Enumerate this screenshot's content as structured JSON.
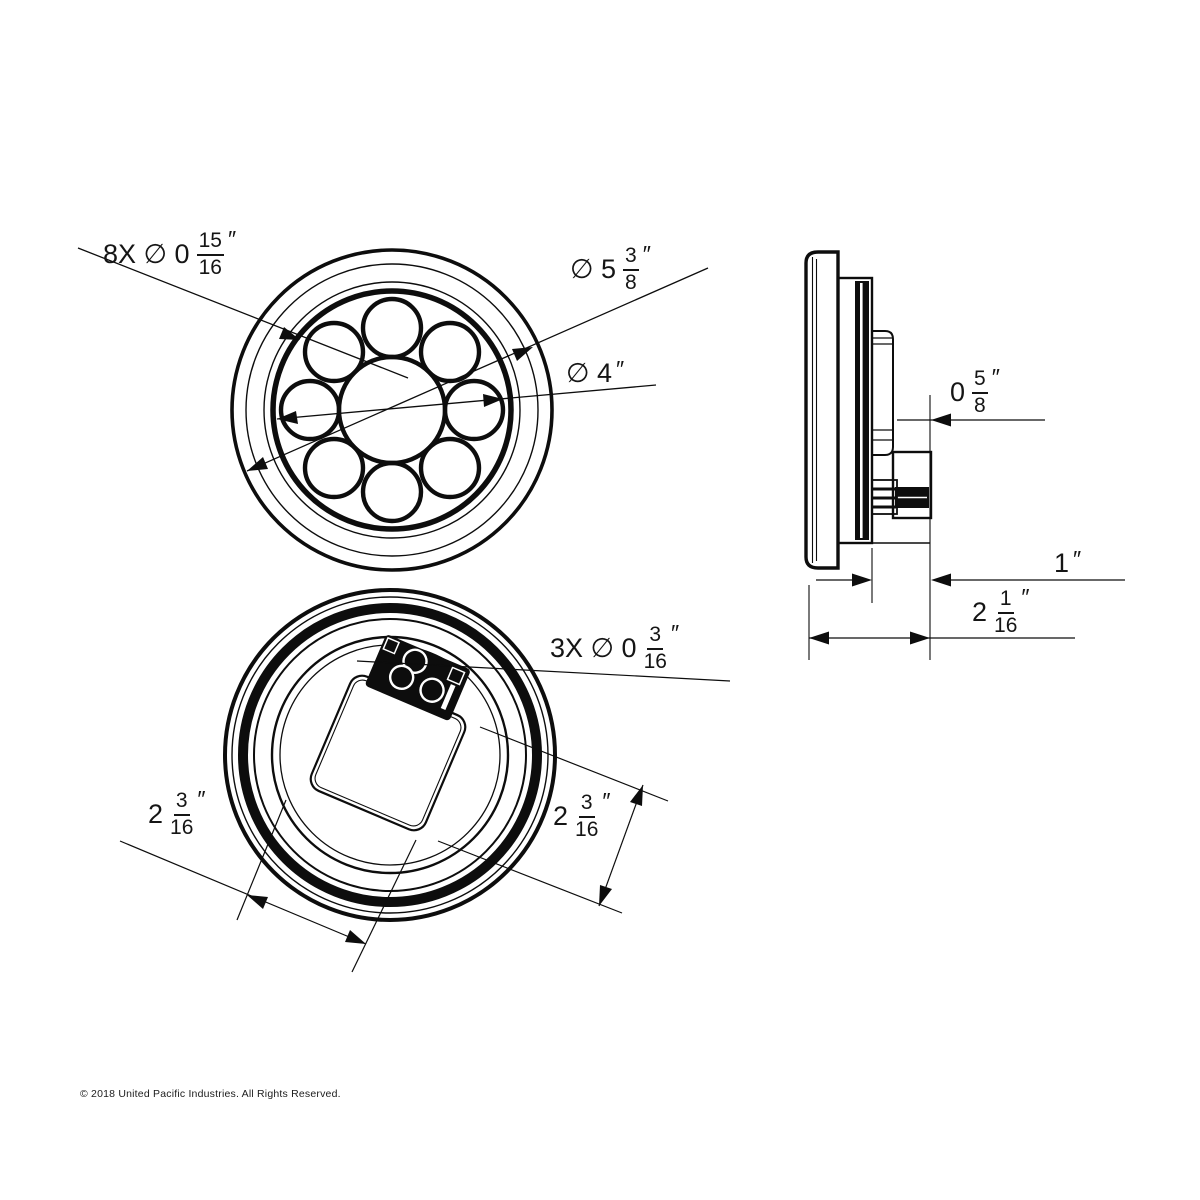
{
  "meta": {
    "copyright": "© 2018 United Pacific Industries. All Rights Reserved."
  },
  "front_view": {
    "labels": {
      "holes": {
        "prefix": "8X ∅ 0",
        "num": "15",
        "den": "16",
        "suffix": "″"
      },
      "outer_dia": {
        "prefix": "∅ 5",
        "num": "3",
        "den": "8",
        "suffix": "″"
      },
      "inner_dia": {
        "prefix": "∅ 4",
        "suffix": "″"
      }
    }
  },
  "back_view": {
    "labels": {
      "mount_holes": {
        "prefix": "3X ∅ 0",
        "num": "3",
        "den": "16",
        "suffix": "″"
      },
      "width": {
        "prefix": "2",
        "num": "3",
        "den": "16",
        "suffix": "″"
      },
      "height": {
        "prefix": "2",
        "num": "3",
        "den": "16",
        "suffix": "″"
      }
    }
  },
  "side_view": {
    "labels": {
      "depth_lens": {
        "prefix": "0",
        "num": "5",
        "den": "8",
        "suffix": "″"
      },
      "depth_body": {
        "prefix": "1",
        "suffix": "″"
      },
      "depth_total": {
        "prefix": "2",
        "num": "1",
        "den": "16",
        "suffix": "″"
      }
    }
  },
  "colors": {
    "line": "#0d0d0d",
    "background": "#ffffff"
  }
}
